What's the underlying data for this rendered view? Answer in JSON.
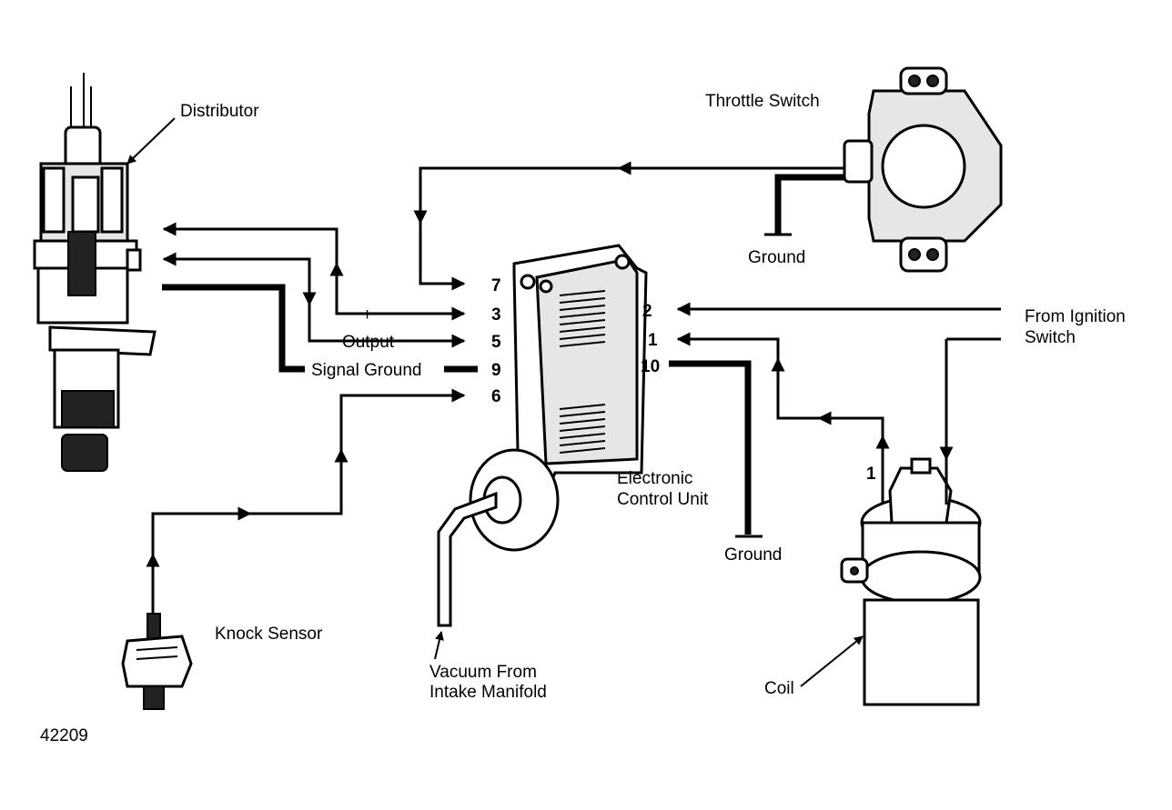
{
  "labels": {
    "distributor": "Distributor",
    "throttle_switch": "Throttle Switch",
    "ground_top": "Ground",
    "plus": "+",
    "output": "Output",
    "signal_ground": "Signal Ground",
    "from_ignition_line1": "From Ignition",
    "from_ignition_line2": "Switch",
    "ecu_line1": "Electronic",
    "ecu_line2": "Control Unit",
    "ground_bottom": "Ground",
    "knock_sensor": "Knock Sensor",
    "vacuum_line1": "Vacuum From",
    "vacuum_line2": "Intake Manifold",
    "coil": "Coil",
    "figure_id": "42209"
  },
  "pins": {
    "p7": "7",
    "p3": "3",
    "p5": "5",
    "p9": "9",
    "p6": "6",
    "p2": "2",
    "p1": "1",
    "p10": "10",
    "coil_1": "1"
  }
}
